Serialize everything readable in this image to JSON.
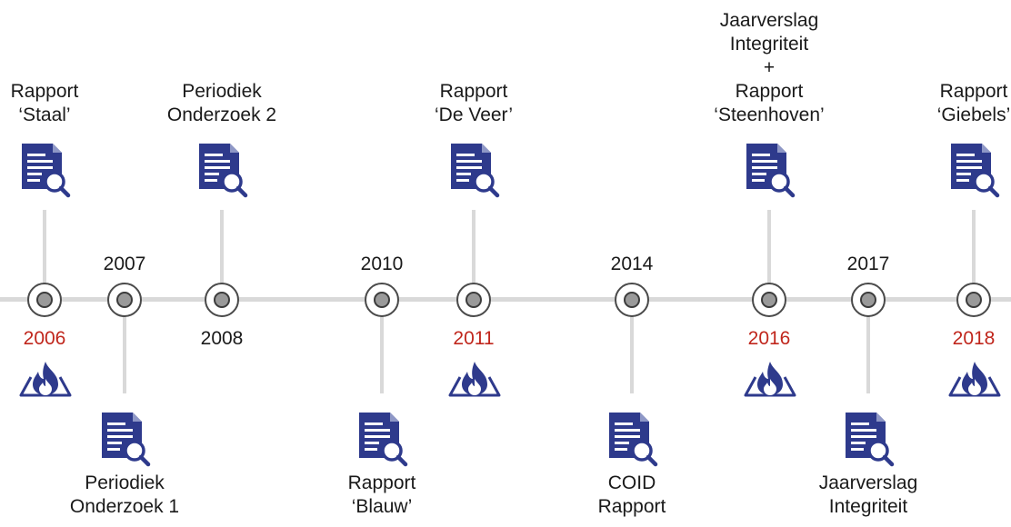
{
  "colors": {
    "axis": "#d9d9d9",
    "report_icon": "#2e3a8c",
    "fire_icon": "#2e3a8c",
    "fire_year_text": "#c0261c",
    "year_text": "#1a1a1a"
  },
  "events": [
    {
      "year": "2006",
      "fire": true,
      "report": {
        "lines": [
          "Rapport",
          "‘Staal’"
        ],
        "side": "top"
      }
    },
    {
      "year": "2007",
      "fire": false,
      "report": {
        "lines": [
          "Periodiek",
          "Onderzoek 1"
        ],
        "side": "bottom"
      }
    },
    {
      "year": "2008",
      "fire": false,
      "report": {
        "lines": [
          "Periodiek",
          "Onderzoek 2"
        ],
        "side": "top"
      }
    },
    {
      "year": "2010",
      "fire": false,
      "report": {
        "lines": [
          "Rapport",
          "‘Blauw’"
        ],
        "side": "bottom"
      }
    },
    {
      "year": "2011",
      "fire": true,
      "report": {
        "lines": [
          "Rapport",
          "‘De Veer’"
        ],
        "side": "top"
      }
    },
    {
      "year": "2014",
      "fire": false,
      "report": {
        "lines": [
          "COID",
          "Rapport"
        ],
        "side": "bottom"
      }
    },
    {
      "year": "2016",
      "fire": true,
      "report": {
        "lines": [
          "Jaarverslag",
          "Integriteit",
          "+",
          "Rapport",
          "‘Steenhoven’"
        ],
        "side": "top"
      }
    },
    {
      "year": "2017",
      "fire": false,
      "report": {
        "lines": [
          "Jaarverslag",
          "Integriteit"
        ],
        "side": "bottom"
      }
    },
    {
      "year": "2018",
      "fire": true,
      "report": {
        "lines": [
          "Rapport",
          "‘Giebels’"
        ],
        "side": "top"
      }
    }
  ]
}
